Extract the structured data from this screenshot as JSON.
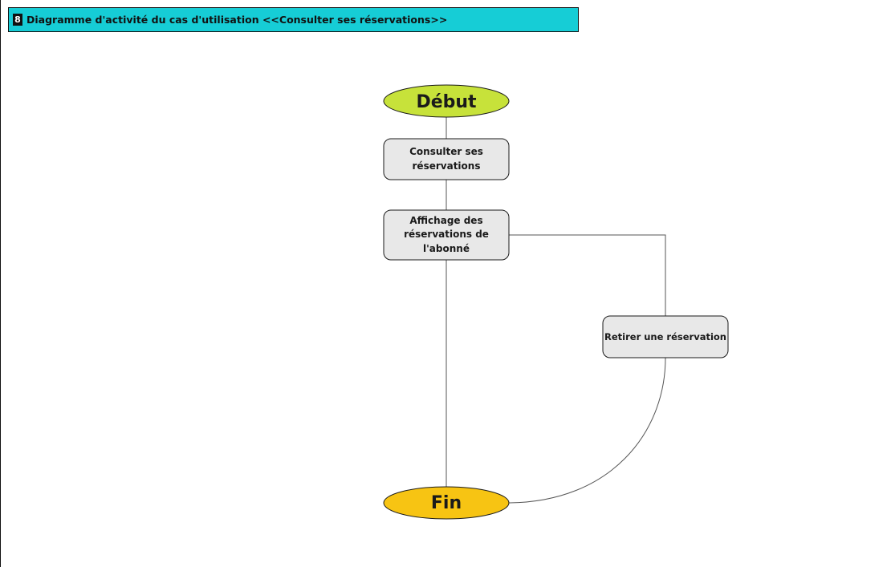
{
  "frame": {
    "number": "8",
    "title": "Diagramme d'activité du cas d'utilisation <<Consulter ses réservations>>"
  },
  "diagram": {
    "start_label": "Début",
    "end_label": "Fin",
    "activities": [
      {
        "line1": "Consulter ses",
        "line2": "réservations",
        "line3": ""
      },
      {
        "line1": "Affichage des",
        "line2": "réservations de",
        "line3": "l'abonné"
      },
      {
        "line1": "Retirer une réservation"
      }
    ]
  },
  "colors": {
    "header_bg": "#16cdd6",
    "start_fill": "#c7e23a",
    "end_fill": "#f7c413",
    "activity_fill": "#e8e8e8",
    "stroke": "#1a1a1a"
  }
}
